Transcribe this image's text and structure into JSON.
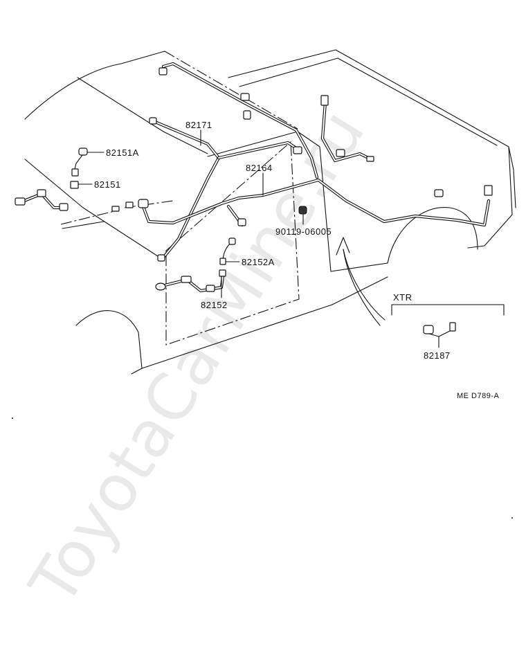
{
  "watermark": "ToyotaCarMine.ru",
  "diagram_code": "ME D789-A",
  "variant_label": "XTR",
  "part_labels": {
    "p82171": "82171",
    "p82151A": "82151A",
    "p82151": "82151",
    "p82164": "82164",
    "p90119": "90119-06005",
    "p82152A": "82152A",
    "p82152": "82152",
    "p82187": "82187"
  }
}
